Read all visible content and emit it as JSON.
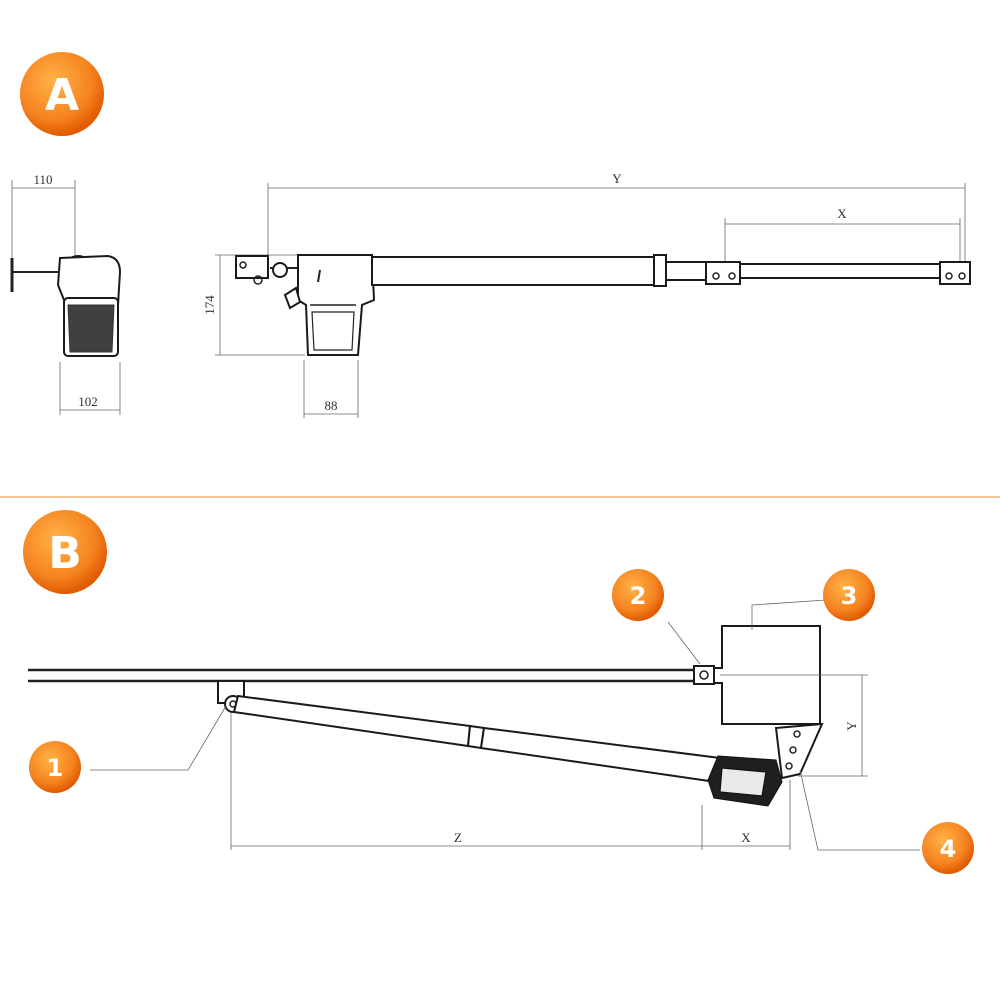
{
  "sections": {
    "a": {
      "label": "A"
    },
    "b": {
      "label": "B"
    }
  },
  "dimensions_a": {
    "width_top": "110",
    "width_bottom": "102",
    "height": "174",
    "body_width": "88",
    "overall_length": "Y",
    "stroke_length": "X"
  },
  "dimensions_b": {
    "z": "Z",
    "x": "X",
    "y": "Y"
  },
  "callouts": [
    "1",
    "2",
    "3",
    "4"
  ],
  "colors": {
    "badge_light": "#ffb347",
    "badge_dark": "#f26a00",
    "divider": "#f0b070",
    "drawing": "#222222"
  }
}
